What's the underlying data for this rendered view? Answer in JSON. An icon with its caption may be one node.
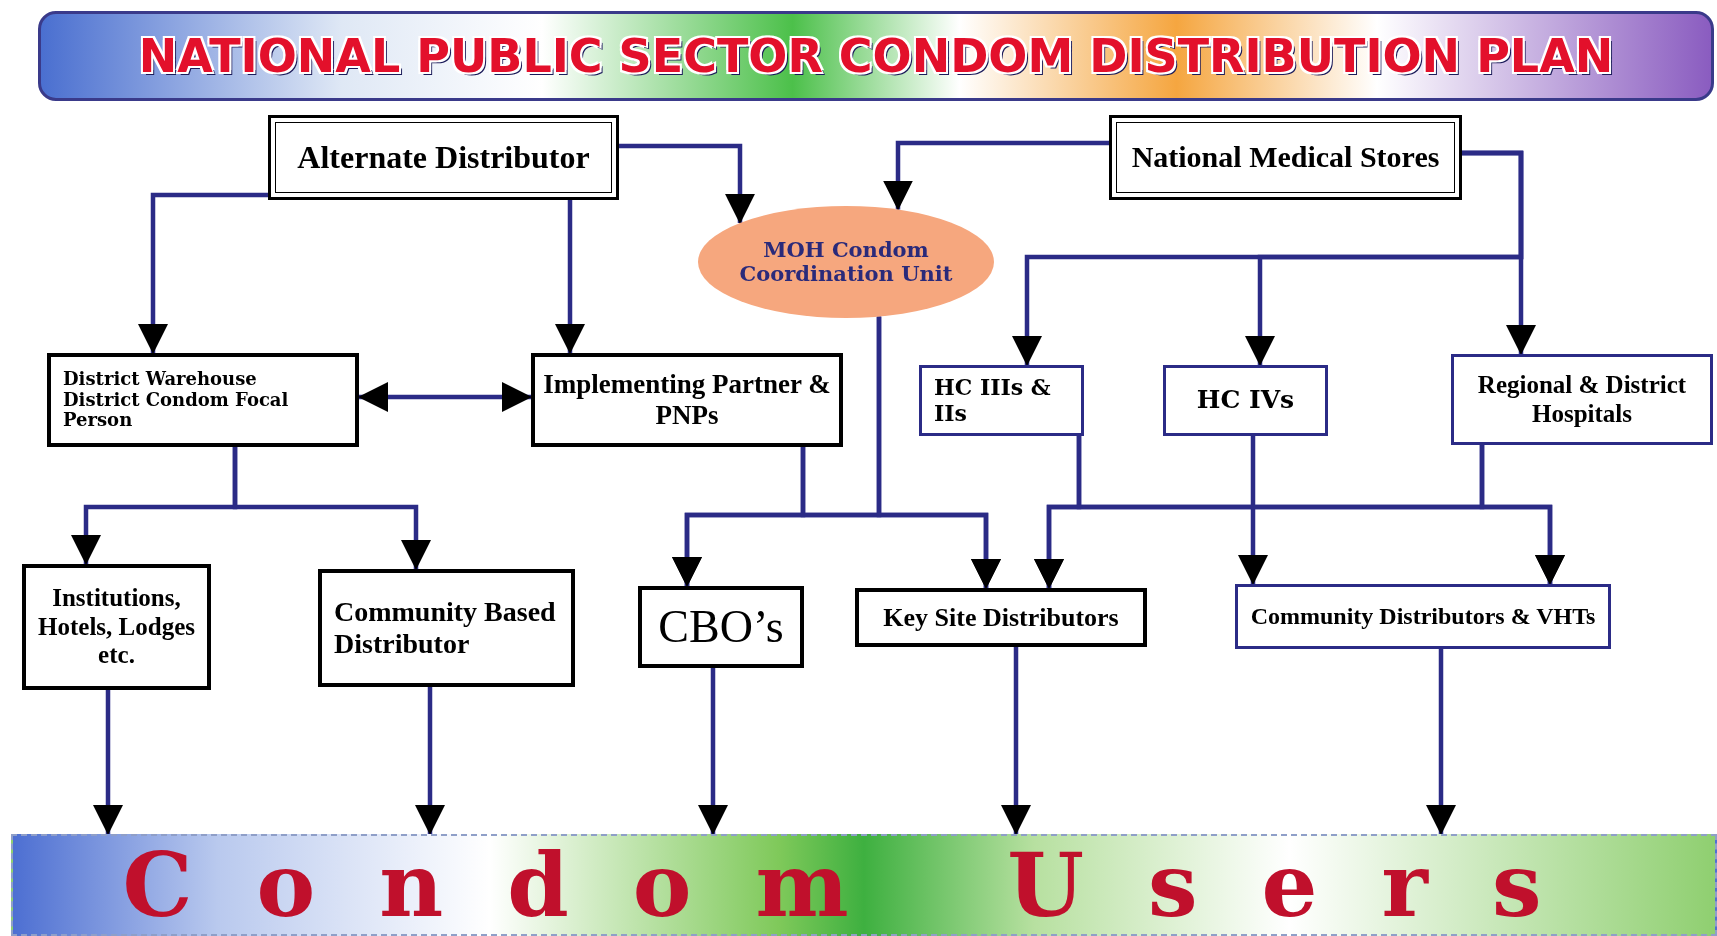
{
  "diagram": {
    "title": "NATIONAL PUBLIC SECTOR CONDOM DISTRIBUTION PLAN",
    "nodes": [
      {
        "text": [
          "Alternate Distributor"
        ]
      },
      {
        "text": [
          "National Medical Stores"
        ]
      },
      {
        "text": [
          "MOH Condom Coordination Unit"
        ]
      },
      {
        "text": [
          "District Warehouse District Condom Focal Person"
        ]
      },
      {
        "text": [
          "Implementing Partner & PNPs"
        ]
      },
      {
        "text": [
          "HC IIIs & IIs"
        ]
      },
      {
        "text": [
          "HC IVs"
        ]
      },
      {
        "text": [
          "Regional & District Hospitals"
        ]
      },
      {
        "text": [
          "Institutions, Hotels, Lodges etc."
        ]
      },
      {
        "text": [
          "Community Based Distributor"
        ]
      },
      {
        "text": [
          "CBO’s"
        ]
      },
      {
        "text": [
          "Key Site Distributors"
        ]
      },
      {
        "text": [
          "Community Distributors & VHTs"
        ]
      },
      {
        "text": [
          "Condom Users"
        ]
      }
    ],
    "edges": [
      {
        "from": 0,
        "to": 2,
        "arrow": "to"
      },
      {
        "from": 1,
        "to": 2,
        "arrow": "to"
      },
      {
        "from": 0,
        "to": 3,
        "arrow": "to"
      },
      {
        "from": 0,
        "to": 4,
        "arrow": "to"
      },
      {
        "from": 3,
        "to": 4,
        "arrow": "both"
      },
      {
        "from": 1,
        "to": 5,
        "arrow": "to"
      },
      {
        "from": 1,
        "to": 6,
        "arrow": "to"
      },
      {
        "from": 1,
        "to": 7,
        "arrow": "to"
      },
      {
        "from": 3,
        "to": 8,
        "arrow": "to"
      },
      {
        "from": 3,
        "to": 9,
        "arrow": "to"
      },
      {
        "from": 4,
        "to": 10,
        "arrow": "to"
      },
      {
        "from": 4,
        "to": 11,
        "arrow": "to"
      },
      {
        "from": 2,
        "to": 10,
        "arrow": "to"
      },
      {
        "from": 2,
        "to": 11,
        "arrow": "to"
      },
      {
        "from": 5,
        "to": 11,
        "arrow": "to"
      },
      {
        "from": 5,
        "to": 12,
        "arrow": "to"
      },
      {
        "from": 6,
        "to": 12,
        "arrow": "to"
      },
      {
        "from": 7,
        "to": 11,
        "arrow": "to"
      },
      {
        "from": 7,
        "to": 12,
        "arrow": "to"
      },
      {
        "from": 8,
        "to": 13,
        "arrow": "to"
      },
      {
        "from": 9,
        "to": 13,
        "arrow": "to"
      },
      {
        "from": 10,
        "to": 13,
        "arrow": "to"
      },
      {
        "from": 11,
        "to": 13,
        "arrow": "to"
      },
      {
        "from": 12,
        "to": 13,
        "arrow": "to"
      }
    ]
  }
}
